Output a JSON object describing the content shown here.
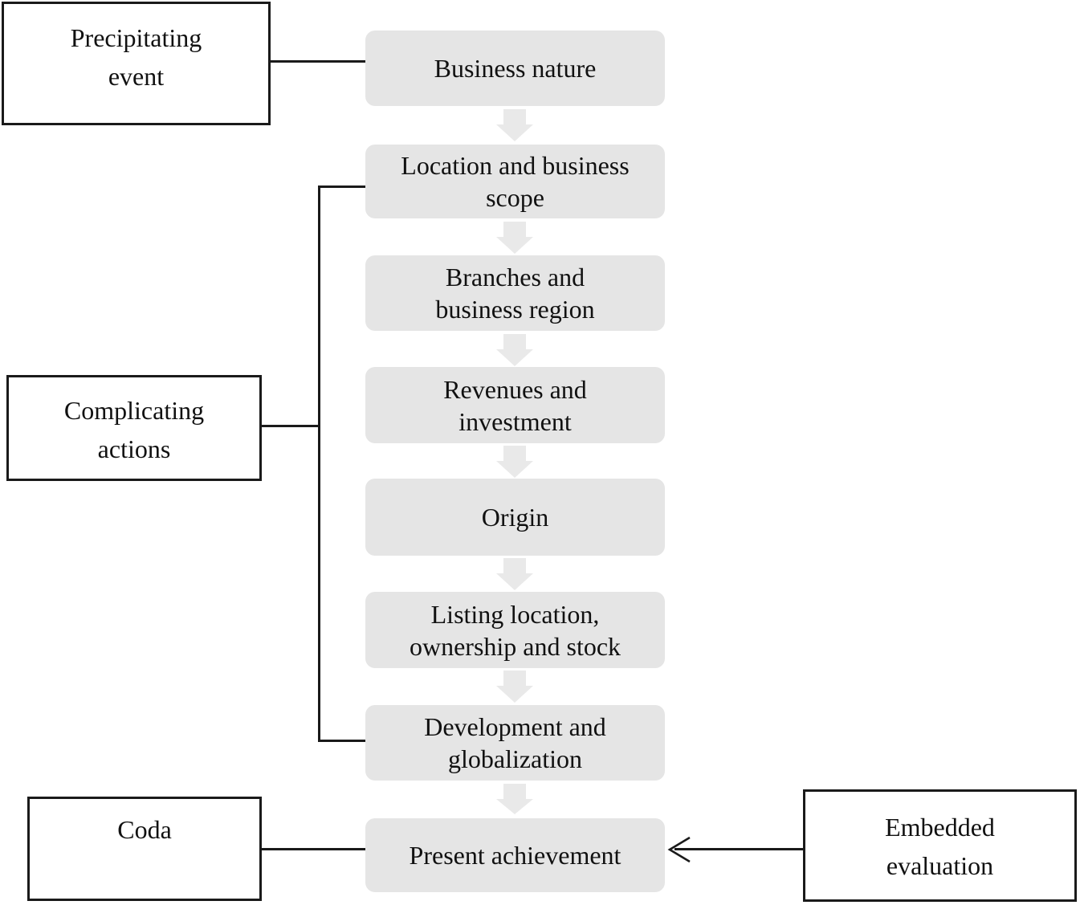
{
  "colors": {
    "step_fill": "#e5e5e5",
    "arrow_fill": "#e9e9e9",
    "box_border": "#1a1a1a",
    "text": "#111111",
    "background": "#ffffff"
  },
  "steps": [
    {
      "label": "Business nature"
    },
    {
      "label": "Location and business\nscope"
    },
    {
      "label": "Branches and\nbusiness region"
    },
    {
      "label": "Revenues and\ninvestment"
    },
    {
      "label": "Origin"
    },
    {
      "label": "Listing location,\nownership and stock"
    },
    {
      "label": "Development and\nglobalization"
    },
    {
      "label": "Present achievement"
    }
  ],
  "side_labels": {
    "precipitating_event": "Precipitating\nevent",
    "complicating_actions": "Complicating\nactions",
    "coda": "Coda",
    "embedded_evaluation": "Embedded\nevaluation"
  }
}
